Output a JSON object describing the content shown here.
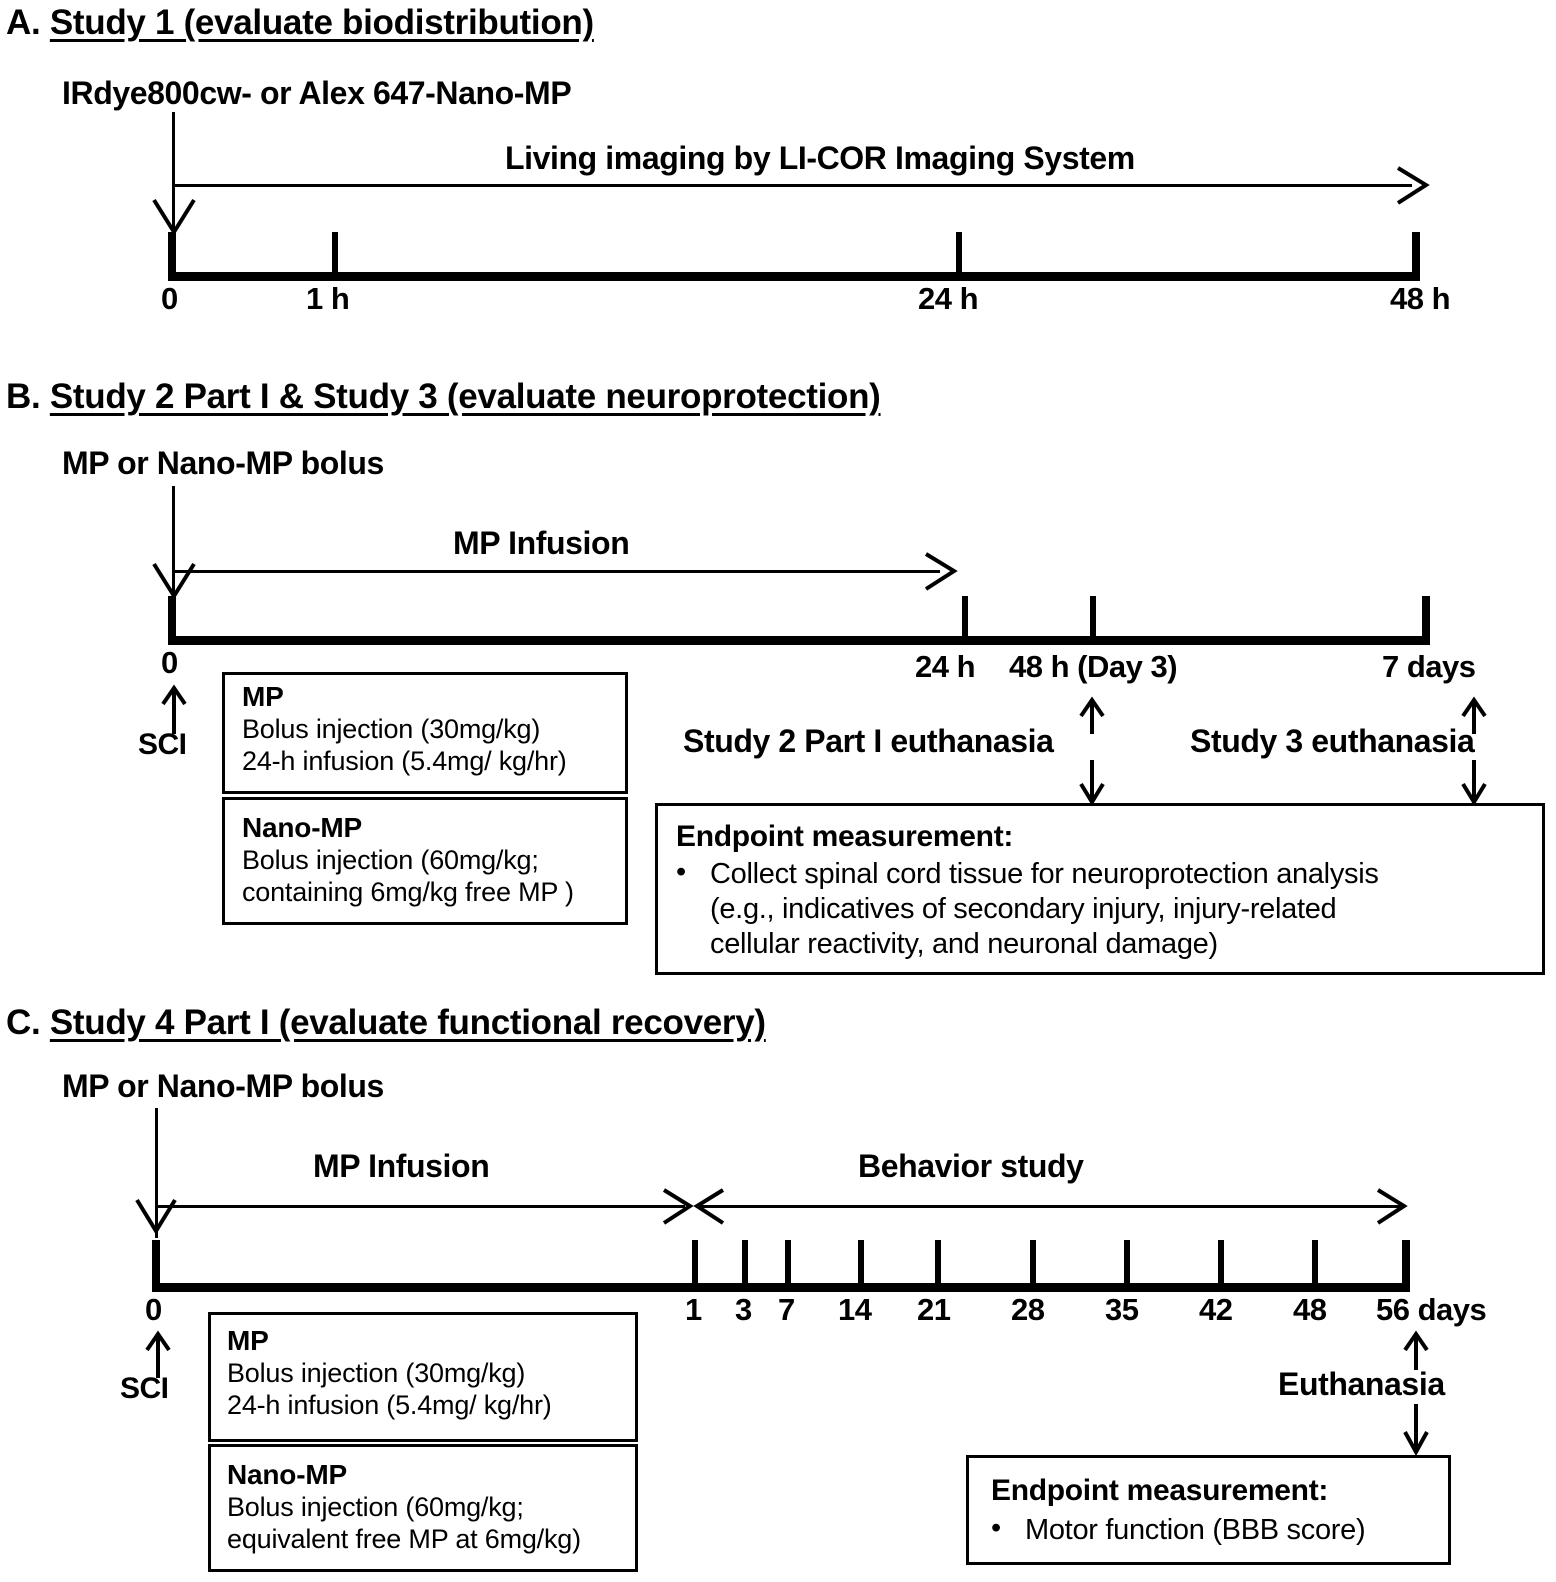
{
  "figure": {
    "type": "study-timeline-diagram",
    "panels": [
      {
        "id": "A",
        "letter": "A.",
        "title": "Study 1 (evaluate biodistribution)",
        "treatment_label": "IRdye800cw- or Alex 647-Nano-MP",
        "process_label": "Living imaging by LI-COR Imaging System",
        "timepoints": [
          {
            "label": "0"
          },
          {
            "label": "1 h"
          },
          {
            "label": "24 h"
          },
          {
            "label": "48 h"
          }
        ]
      },
      {
        "id": "B",
        "letter": "B.",
        "title": "Study 2 Part I & Study 3 (evaluate neuroprotection)",
        "treatment_label": "MP or Nano-MP bolus",
        "process_label": "MP Infusion",
        "injury_label": "SCI",
        "timepoints": [
          {
            "label": "0"
          },
          {
            "label": "24 h"
          },
          {
            "label": "48 h (Day 3)"
          },
          {
            "label": "7 days"
          }
        ],
        "euthanasia_labels": [
          "Study 2 Part I euthanasia",
          "Study 3 euthanasia"
        ],
        "dose_boxes": [
          {
            "name": "MP",
            "lines": [
              "Bolus injection (30mg/kg)",
              "24-h infusion (5.4mg/ kg/hr)"
            ]
          },
          {
            "name": "Nano-MP",
            "lines": [
              "Bolus injection (60mg/kg;",
              "containing 6mg/kg free MP )"
            ]
          }
        ],
        "endpoint": {
          "title": "Endpoint measurement:",
          "bullets": [
            [
              "Collect spinal cord tissue for neuroprotection analysis",
              "(e.g., indicatives of secondary injury, injury-related",
              "cellular reactivity, and neuronal damage)"
            ]
          ]
        }
      },
      {
        "id": "C",
        "letter": "C.",
        "title": "Study 4 Part I (evaluate functional recovery)",
        "treatment_label": "MP or Nano-MP bolus",
        "process_label": "MP Infusion",
        "process_label_2": "Behavior study",
        "injury_label": "SCI",
        "timepoints": [
          {
            "label": "0"
          },
          {
            "label": "1"
          },
          {
            "label": "3"
          },
          {
            "label": "7"
          },
          {
            "label": "14"
          },
          {
            "label": "21"
          },
          {
            "label": "28"
          },
          {
            "label": "35"
          },
          {
            "label": "42"
          },
          {
            "label": "48"
          },
          {
            "label": "56 days"
          }
        ],
        "euthanasia_label": "Euthanasia",
        "dose_boxes": [
          {
            "name": "MP",
            "lines": [
              "Bolus injection (30mg/kg)",
              "24-h infusion (5.4mg/ kg/hr)"
            ]
          },
          {
            "name": "Nano-MP",
            "lines": [
              "Bolus injection (60mg/kg;",
              "equivalent free MP at 6mg/kg)"
            ]
          }
        ],
        "endpoint": {
          "title": "Endpoint measurement:",
          "bullets": [
            [
              "Motor function (BBB score)"
            ]
          ]
        }
      }
    ],
    "bullet_glyph": "•",
    "colors": {
      "ink": "#000000",
      "paper": "#ffffff"
    }
  }
}
